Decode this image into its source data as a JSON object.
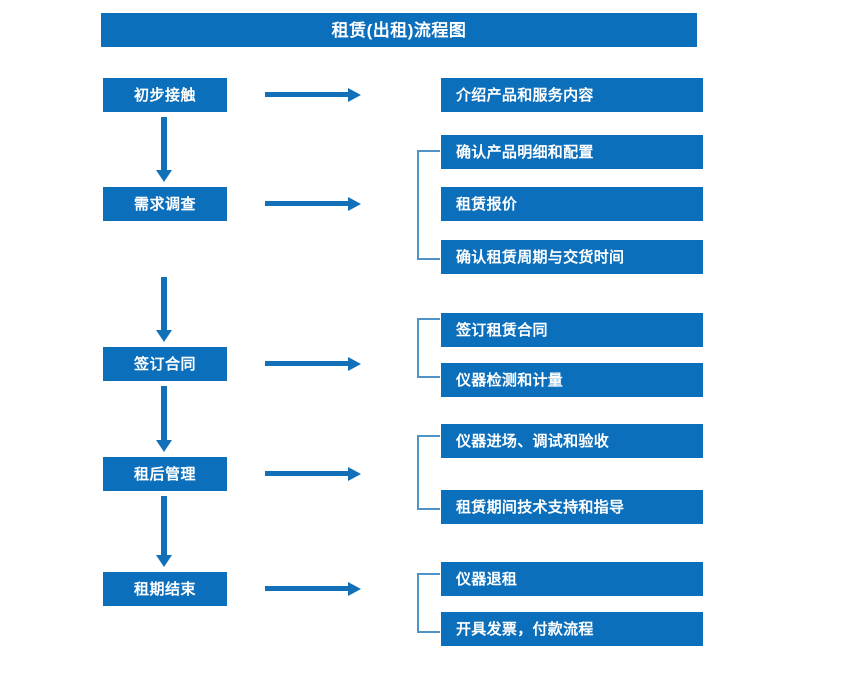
{
  "chart_data": {
    "type": "diagram",
    "diagram_kind": "flowchart",
    "title": "租赁(出租)流程图",
    "colors": {
      "box_fill": "#0C6FBC",
      "box_text": "#FFFFFF",
      "arrow": "#1170B8",
      "bracket": "#4E93C8",
      "background": "#FFFFFF"
    },
    "stages": [
      {
        "id": "stage-1",
        "label": "初步接触",
        "details": [
          "介绍产品和服务内容"
        ],
        "bracketed": false
      },
      {
        "id": "stage-2",
        "label": "需求调查",
        "details": [
          "确认产品明细和配置",
          "租赁报价",
          "确认租赁周期与交货时间"
        ],
        "bracketed": true
      },
      {
        "id": "stage-3",
        "label": "签订合同",
        "details": [
          "签订租赁合同",
          "仪器检测和计量"
        ],
        "bracketed": true
      },
      {
        "id": "stage-4",
        "label": "租后管理",
        "details": [
          "仪器进场、调试和验收",
          "租赁期间技术支持和指导"
        ],
        "bracketed": true
      },
      {
        "id": "stage-5",
        "label": "租期结束",
        "details": [
          "仪器退租",
          "开具发票，付款流程"
        ],
        "bracketed": true
      }
    ]
  },
  "header": {
    "title": "租赁(出租)流程图"
  },
  "stages": [
    {
      "label": "初步接触"
    },
    {
      "label": "需求调查"
    },
    {
      "label": "签订合同"
    },
    {
      "label": "租后管理"
    },
    {
      "label": "租期结束"
    }
  ],
  "details": [
    {
      "label": "介绍产品和服务内容"
    },
    {
      "label": "确认产品明细和配置"
    },
    {
      "label": "租赁报价"
    },
    {
      "label": "确认租赁周期与交货时间"
    },
    {
      "label": "签订租赁合同"
    },
    {
      "label": "仪器检测和计量"
    },
    {
      "label": "仪器进场、调试和验收"
    },
    {
      "label": "租赁期间技术支持和指导"
    },
    {
      "label": "仪器退租"
    },
    {
      "label": "开具发票，付款流程"
    }
  ]
}
